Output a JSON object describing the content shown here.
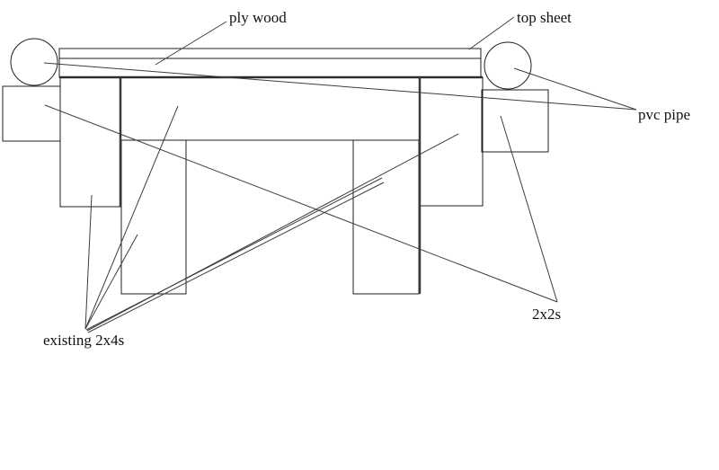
{
  "colors": {
    "background": "#ffffff",
    "ink": "#1f1f1f",
    "leader_line": "#3d3d3d",
    "text": "#111111"
  },
  "annotations": {
    "ply_wood": "ply wood",
    "top_sheet": "top sheet",
    "pvc_pipe": "pvc pipe",
    "two_by_twos": "2x2s",
    "existing_two_by_fours": "existing 2x4s"
  },
  "diagram_parts": [
    "top-sheet-layer",
    "plywood-layer",
    "left-pvc-pipe-circle",
    "right-pvc-pipe-circle",
    "left-2x2-block",
    "right-2x2-block",
    "left-tall-2x4-leg",
    "right-tall-2x4-leg",
    "wide-2x4-band",
    "left-lower-2x4-leg",
    "right-lower-2x4-leg"
  ]
}
